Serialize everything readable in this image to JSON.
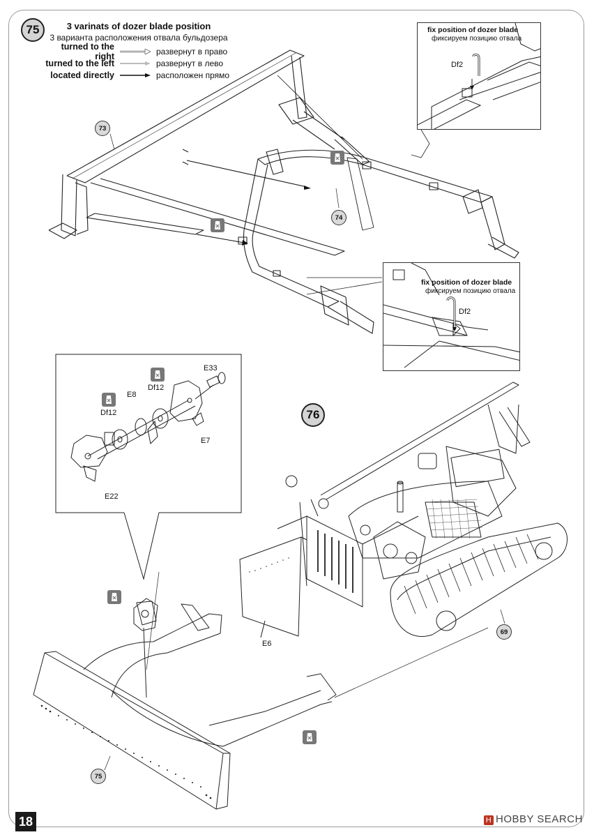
{
  "step75": {
    "number": "75",
    "legend": {
      "title_en": "3 varinats of dozer blade position",
      "title_ru": "3 варианта расположения отвала бульдозера",
      "rows": [
        {
          "en": "turned to the right",
          "ru": "развернут в право"
        },
        {
          "en": "turned to the left",
          "ru": "развернут в лево"
        },
        {
          "en": "located directly",
          "ru": "расположен прямо"
        }
      ]
    },
    "callout_top": {
      "title": "fix position of dozer blade",
      "subtitle": "фиксируем позицию отвала",
      "part": "Df2"
    },
    "callout_mid": {
      "title": "fix position of dozer blade",
      "subtitle": "фиксируем позицию отвала",
      "part": "Df2"
    },
    "refs": {
      "a": "73",
      "b": "74"
    }
  },
  "step76": {
    "number": "76",
    "detail_parts": {
      "e33": "E33",
      "df12_a": "Df12",
      "e8": "E8",
      "df12_b": "Df12",
      "e7": "E7",
      "e22": "E22"
    },
    "parts": {
      "e6": "E6"
    },
    "refs": {
      "tractor": "69",
      "blade": "75"
    }
  },
  "footer": {
    "page": "18",
    "watermark": "HOBBY SEARCH",
    "watermark_logo": "H"
  }
}
